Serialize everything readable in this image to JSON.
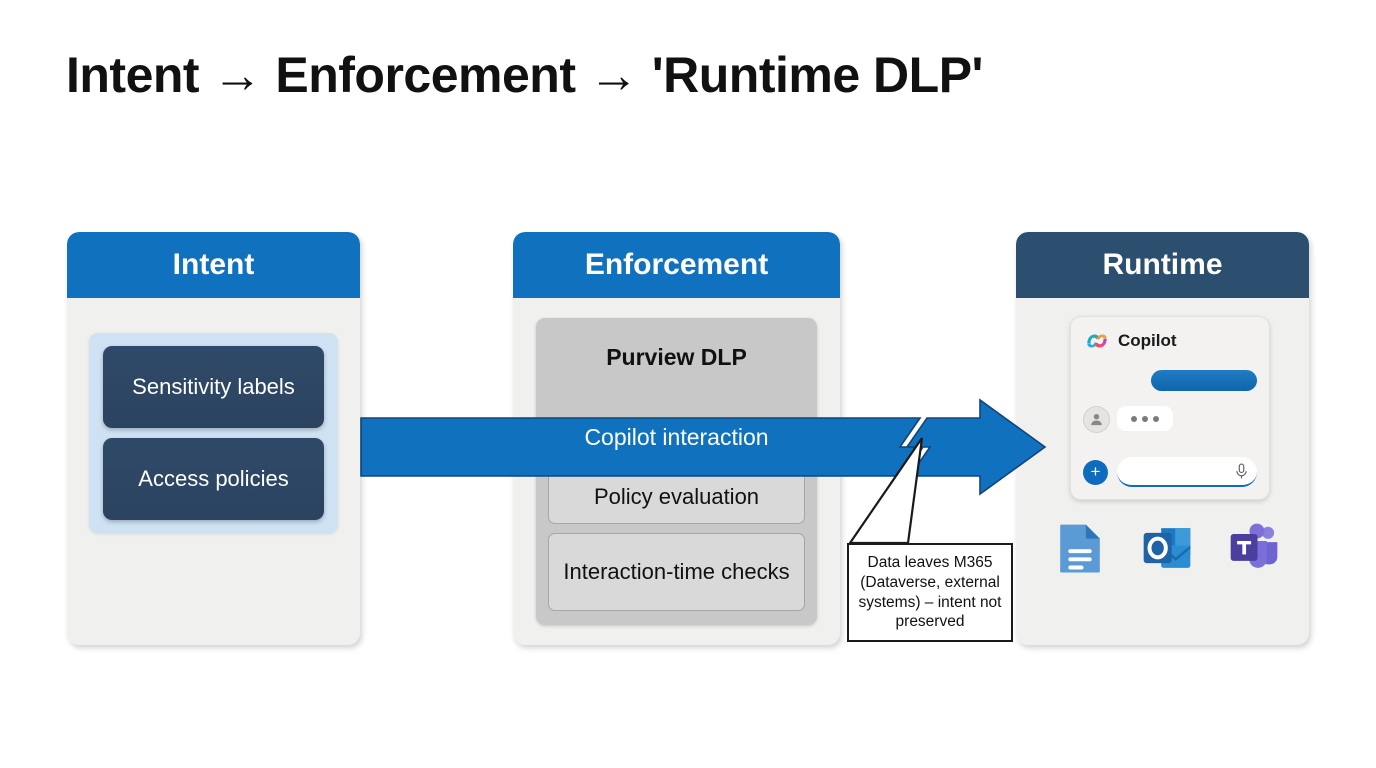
{
  "slide": {
    "title": "Intent → Enforcement → 'Runtime DLP'",
    "background": "#ffffff"
  },
  "colors": {
    "header_blue": "#1072bf",
    "header_navy": "#2c4f6f",
    "arrow_blue": "#1072bf",
    "navy_box": "#2b4360",
    "light_blue_container": "#cfe2f3",
    "gray_container": "#c8c8c8",
    "gray_box": "#d9d9d9",
    "panel_body": "#f0f0ee",
    "callout_border": "#1a1a1a"
  },
  "panels": [
    {
      "id": "intent",
      "header": "Intent",
      "header_color": "#1072bf",
      "items": [
        {
          "label": "Sensitivity labels"
        },
        {
          "label": "Access policies"
        }
      ]
    },
    {
      "id": "enforcement",
      "header": "Enforcement",
      "header_color": "#1072bf",
      "primary_label": "Purview DLP",
      "items": [
        {
          "label": "Policy evaluation"
        },
        {
          "label": "Interaction-time checks"
        }
      ]
    },
    {
      "id": "runtime",
      "header": "Runtime",
      "header_color": "#2c4f6f",
      "copilot_card": {
        "logo_icon": "copilot-logo-icon",
        "app_name": "Copilot",
        "assistant_bubble": "",
        "user_bubble_icon": "typing-dots-icon",
        "avatar_icon": "person-avatar-icon",
        "plus_button_label": "+",
        "input_placeholder": "",
        "mic_icon": "microphone-icon"
      },
      "app_icons": [
        {
          "name": "word-document-icon",
          "label": "Word"
        },
        {
          "name": "outlook-icon",
          "label": "Outlook"
        },
        {
          "name": "teams-icon",
          "label": "Teams"
        }
      ]
    }
  ],
  "arrow": {
    "label": "Copilot interaction",
    "color": "#1072bf",
    "break_icon": "lightning-bolt-break-icon"
  },
  "callout": {
    "text": "Data leaves M365 (Dataverse, external systems) – intent not preserved"
  }
}
